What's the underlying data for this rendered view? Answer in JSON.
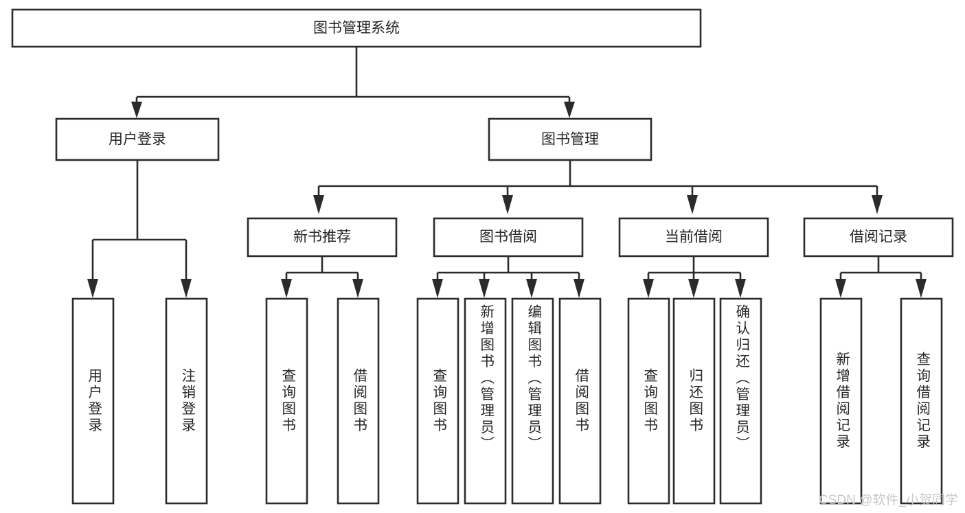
{
  "diagram": {
    "kind": "tree-hierarchy-diagram",
    "title_node": {
      "label": "图书管理系统"
    },
    "level2": [
      {
        "id": "user-login",
        "label": "用户登录"
      },
      {
        "id": "book-management",
        "label": "图书管理"
      }
    ],
    "level3": [
      {
        "id": "new-book-recommend",
        "label": "新书推荐"
      },
      {
        "id": "book-borrow",
        "label": "图书借阅"
      },
      {
        "id": "current-borrow",
        "label": "当前借阅"
      },
      {
        "id": "borrow-record",
        "label": "借阅记录"
      }
    ],
    "leaves": [
      {
        "id": "leaf-user-login",
        "label": "用户登录",
        "parent": "user-login"
      },
      {
        "id": "leaf-logout-login",
        "label": "注销登录",
        "parent": "user-login"
      },
      {
        "id": "leaf-query-book-1",
        "label": "查询图书",
        "parent": "new-book-recommend"
      },
      {
        "id": "leaf-borrow-book-1",
        "label": "借阅图书",
        "parent": "new-book-recommend"
      },
      {
        "id": "leaf-query-book-2",
        "label": "查询图书",
        "parent": "book-borrow"
      },
      {
        "id": "leaf-add-book",
        "label": "新增图书（管理员）",
        "parent": "book-borrow"
      },
      {
        "id": "leaf-edit-book",
        "label": "编辑图书（管理员）",
        "parent": "book-borrow"
      },
      {
        "id": "leaf-borrow-book-2",
        "label": "借阅图书",
        "parent": "book-borrow"
      },
      {
        "id": "leaf-query-book-3",
        "label": "查询图书",
        "parent": "current-borrow"
      },
      {
        "id": "leaf-return-book",
        "label": "归还图书",
        "parent": "current-borrow"
      },
      {
        "id": "leaf-confirm-return",
        "label": "确认归还（管理员）",
        "parent": "current-borrow"
      },
      {
        "id": "leaf-add-record",
        "label": "新增借阅记录",
        "parent": "borrow-record"
      },
      {
        "id": "leaf-query-record",
        "label": "查询借阅记录",
        "parent": "borrow-record"
      }
    ],
    "colors": {
      "stroke": "#2b2b2b",
      "fill": "#ffffff",
      "text": "#262626",
      "watermark": "#c9c9c9"
    }
  },
  "watermark": {
    "text": "CSDN @软件_小贺同学"
  }
}
